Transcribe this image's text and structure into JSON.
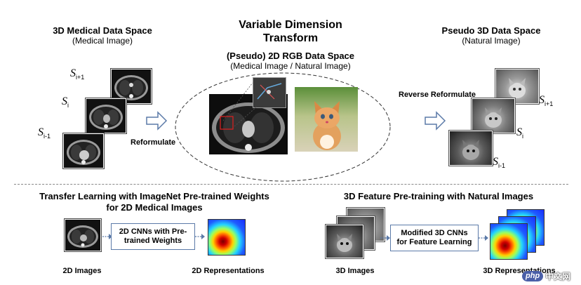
{
  "left_panel": {
    "title": "3D Medical Data Space",
    "subtitle": "(Medical Image)",
    "labels": [
      {
        "base": "S",
        "sub": "i+1"
      },
      {
        "base": "S",
        "sub": "i"
      },
      {
        "base": "S",
        "sub": "i-1"
      }
    ],
    "arrow_label": "Reformulate"
  },
  "center_panel": {
    "title_line1": "Variable Dimension",
    "title_line2": "Transform",
    "space_title": "(Pseudo) 2D RGB Data Space",
    "space_subtitle": "(Medical Image / Natural Image)"
  },
  "right_panel": {
    "arrow_label": "Reverse Reformulate",
    "title": "Pseudo 3D Data Space",
    "subtitle": "(Natural Image)",
    "labels": [
      {
        "base": "S",
        "sub": "i+1"
      },
      {
        "base": "S",
        "sub": "i"
      },
      {
        "base": "S",
        "sub": "i-1"
      }
    ]
  },
  "bottom_left": {
    "title_line1": "Transfer Learning with ImageNet Pre-trained Weights",
    "title_line2": "for 2D Medical Images",
    "box_line1": "2D CNNs with Pre-",
    "box_line2": "trained Weights",
    "input_label": "2D Images",
    "output_label": "2D Representations"
  },
  "bottom_right": {
    "title": "3D Feature Pre-training with Natural Images",
    "box_line1": "Modified 3D CNNs",
    "box_line2": "for Feature Learning",
    "input_label": "3D Images",
    "output_label": "3D Representations"
  },
  "watermark": {
    "logo_text": "php",
    "site_text": "中文网"
  },
  "colors": {
    "flow_box_border": "#5b7aa8",
    "arrow": "#5b7aa8",
    "divider": "#888888"
  }
}
